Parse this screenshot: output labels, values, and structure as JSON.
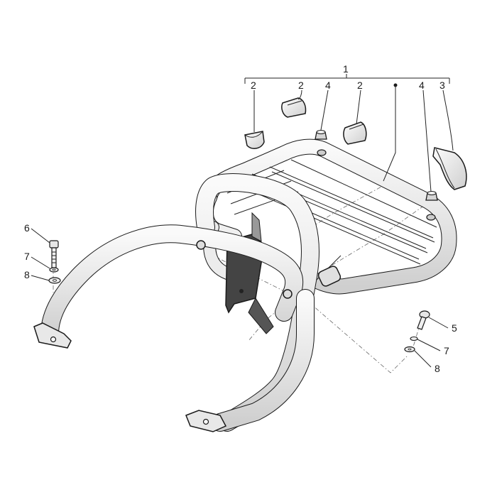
{
  "callouts": {
    "c1": "1",
    "c2a": "2",
    "c2b": "2",
    "c2c": "2",
    "c4a": "4",
    "c4b": "4",
    "c3": "3",
    "c5": "5",
    "c6": "6",
    "c7a": "7",
    "c8a": "8",
    "c7b": "7",
    "c8b": "8"
  },
  "colors": {
    "tube_light": "#f2f2f2",
    "tube_mid": "#dcdcdc",
    "outline": "#1a1a1a"
  }
}
